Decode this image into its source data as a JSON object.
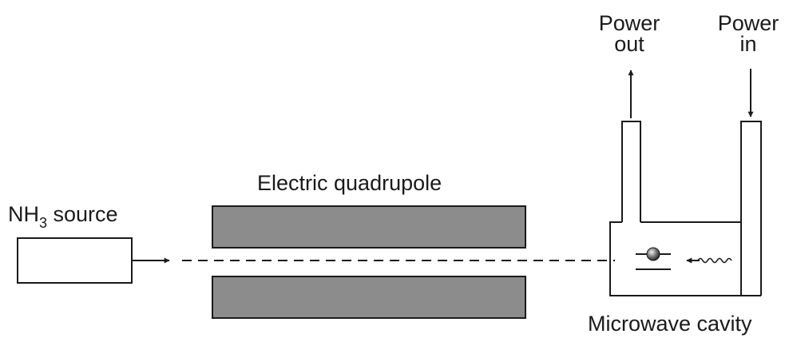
{
  "labels": {
    "source_main": "NH",
    "source_sub": "3",
    "source_rest": " source",
    "quadrupole": "Electric quadrupole",
    "power_out_line1": "Power",
    "power_out_line2": "out",
    "power_in_line1": "Power",
    "power_in_line2": "in",
    "cavity": "Microwave cavity"
  },
  "colors": {
    "ink": "#1a1a1a",
    "plate_fill": "#8c8c8c",
    "background": "#ffffff"
  }
}
